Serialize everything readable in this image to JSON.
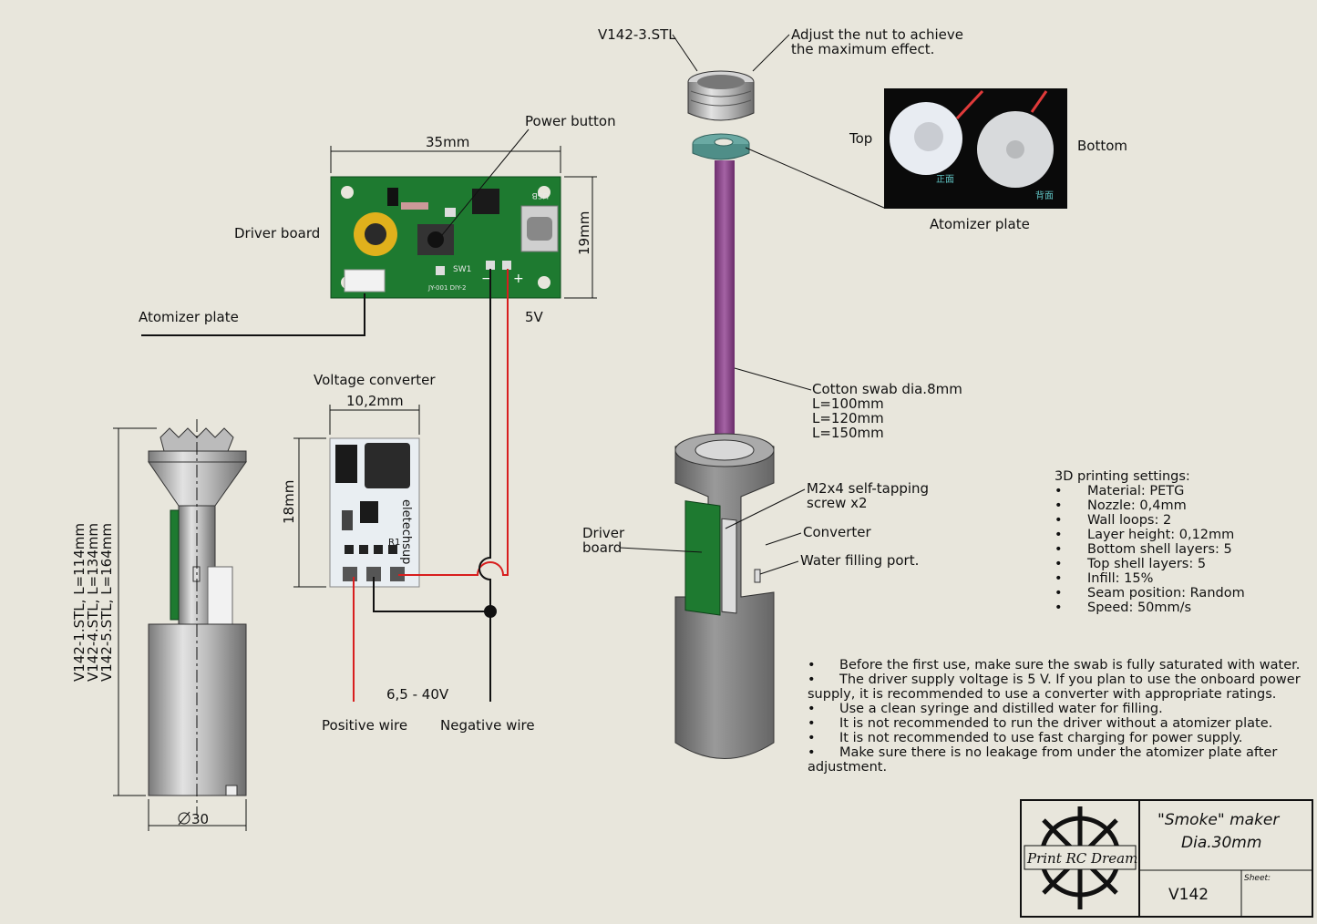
{
  "labels": {
    "v142_3": "V142-3.STL",
    "adjust_nut": [
      "Adjust the nut to achieve",
      "the maximum effect."
    ],
    "power_button": "Power button",
    "dim_35": "35mm",
    "dim_19": "19mm",
    "driver_board": "Driver board",
    "atomizer_plate_left": "Atomizer plate",
    "five_v": "5V",
    "voltage_converter": "Voltage converter",
    "dim_10_2": "10,2mm",
    "dim_18": "18mm",
    "input_voltage": "6,5 - 40V",
    "positive_wire": "Positive wire",
    "negative_wire": "Negative wire",
    "lengths": [
      "V142-1.STL, L=114mm",
      "V142-4.STL, L=134mm",
      "V142-5.STL, L=164mm"
    ],
    "dia_30": "30",
    "top": "Top",
    "bottom": "Bottom",
    "atomizer_plate_photo": "Atomizer plate",
    "cotton_swab": [
      "Cotton swab dia.8mm",
      "L=100mm",
      "L=120mm",
      "L=150mm"
    ],
    "screw": [
      "M2x4 self-tapping",
      "screw x2"
    ],
    "converter": "Converter",
    "driver_board_right": [
      "Driver",
      "board"
    ],
    "water_port": "Water filling port.",
    "plate_top_cn": "正面",
    "plate_bottom_cn": "背面"
  },
  "settings": {
    "title": "3D printing settings:",
    "items": [
      "Material: PETG",
      "Nozzle: 0,4mm",
      "Wall loops: 2",
      "Layer height: 0,12mm",
      "Bottom shell layers: 5",
      "Top shell layers: 5",
      "Infill: 15%",
      "Seam position: Random",
      "Speed: 50mm/s"
    ]
  },
  "notes": [
    "Before the first use, make sure the swab is fully saturated with water.",
    "The driver supply voltage is 5 V. If you plan to use the onboard power supply, it is recommended to use a converter with appropriate ratings.",
    "Use a clean syringe and distilled water for filling.",
    "It is not recommended to run the driver without a atomizer plate.",
    "It is not recommended to use fast charging for power supply.",
    "Make sure there is no leakage from under the atomizer plate after adjustment."
  ],
  "title_block": {
    "logo_text": "Print RC Dream",
    "title_line1": "\"Smoke\" maker",
    "title_line2": "Dia.30mm",
    "part_no": "V142",
    "sheet_label": "Sheet:"
  },
  "board_silk": {
    "usb": "USB",
    "sw1": "SW1",
    "model": "JY-001 DIY-2",
    "r1": "R1",
    "brand": "eletechsup",
    "minus": "−",
    "plus": "+"
  },
  "colors": {
    "background": "#e8e6dc",
    "pcb_green": "#1e7a30",
    "swab_purple": "#8c4a8c",
    "red_wire": "#d81e1e",
    "body_grey": "#8a8a8a"
  }
}
